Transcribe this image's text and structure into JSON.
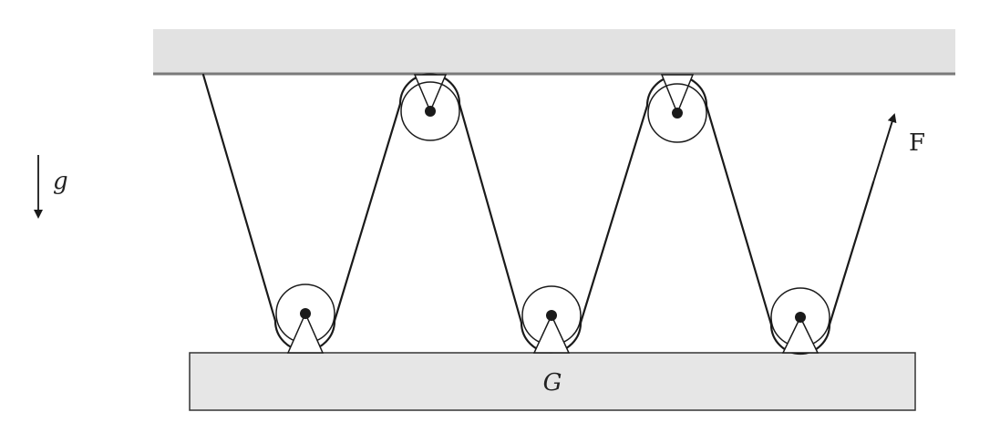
{
  "labels": {
    "gravity": "g",
    "force": "F",
    "block": "G"
  },
  "colors": {
    "ink": "#1a1a1a",
    "ceiling_fill": "#e2e2e2",
    "ceiling_edge": "#8a8a8a",
    "block_fill": "#e6e6e6",
    "block_edge": "#333333",
    "pulley_fill": "#ffffff"
  }
}
